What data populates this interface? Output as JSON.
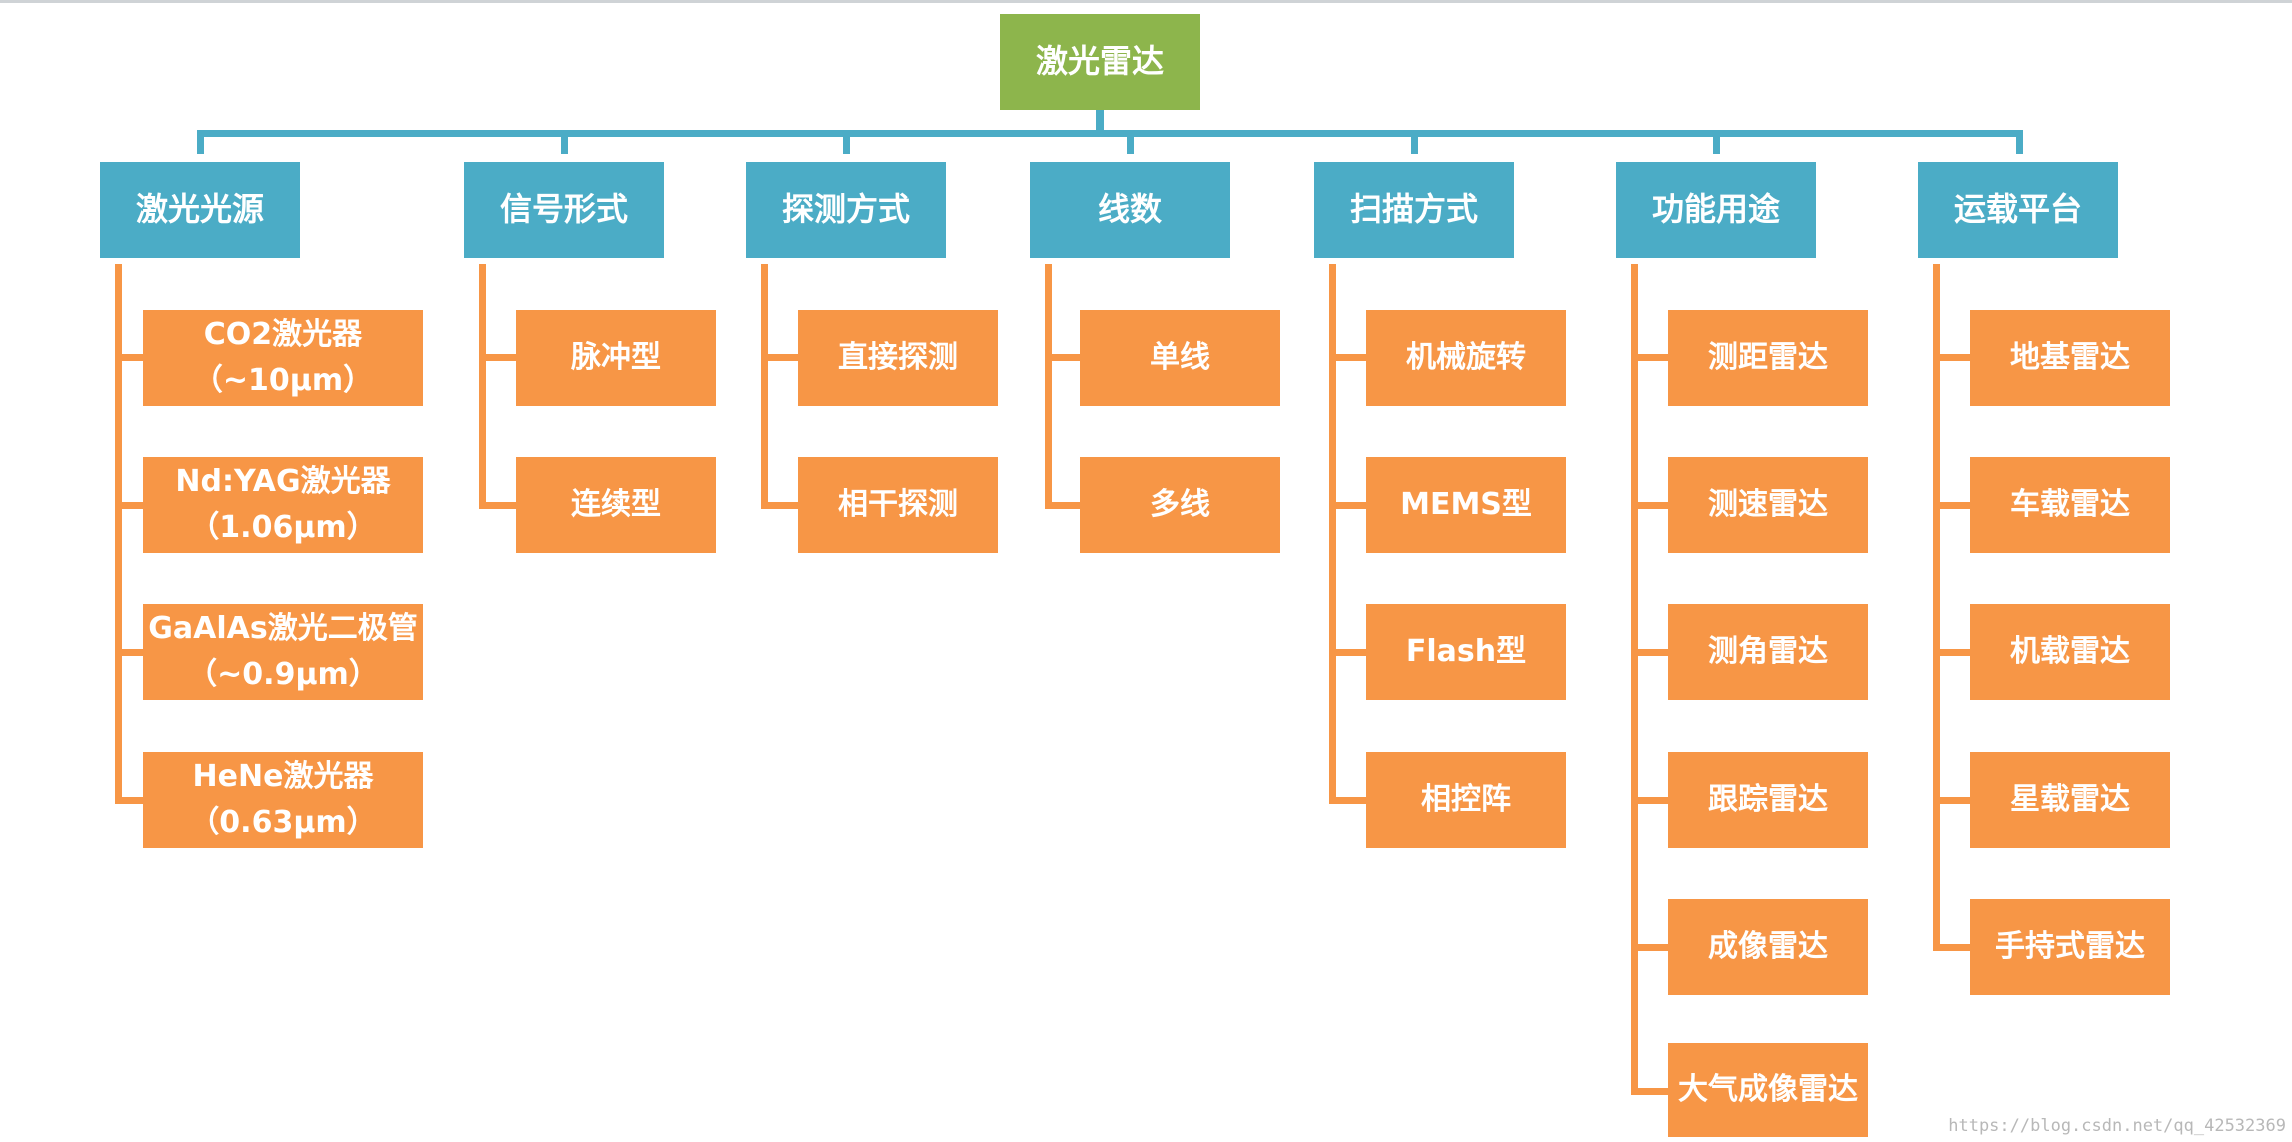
{
  "root": {
    "label": "激光雷达"
  },
  "categories": [
    {
      "label": "激光光源",
      "items": [
        "CO2激光器\n（~10μm）",
        "Nd:YAG激光器\n（1.06μm）",
        "GaAlAs激光二极管\n（~0.9μm）",
        "HeNe激光器\n（0.63μm）"
      ]
    },
    {
      "label": "信号形式",
      "items": [
        "脉冲型",
        "连续型"
      ]
    },
    {
      "label": "探测方式",
      "items": [
        "直接探测",
        "相干探测"
      ]
    },
    {
      "label": "线数",
      "items": [
        "单线",
        "多线"
      ]
    },
    {
      "label": "扫描方式",
      "items": [
        "机械旋转",
        "MEMS型",
        "Flash型",
        "相控阵"
      ]
    },
    {
      "label": "功能用途",
      "items": [
        "测距雷达",
        "测速雷达",
        "测角雷达",
        "跟踪雷达",
        "成像雷达",
        "大气成像雷达"
      ]
    },
    {
      "label": "运载平台",
      "items": [
        "地基雷达",
        "车载雷达",
        "机载雷达",
        "星载雷达",
        "手持式雷达"
      ]
    }
  ],
  "watermark": "https://blog.csdn.net/qq_42532369",
  "colors": {
    "root": "#8db54c",
    "category": "#4bacc6",
    "leaf": "#f79646",
    "connector_top": "#4bacc6",
    "connector_branch": "#f79646"
  }
}
